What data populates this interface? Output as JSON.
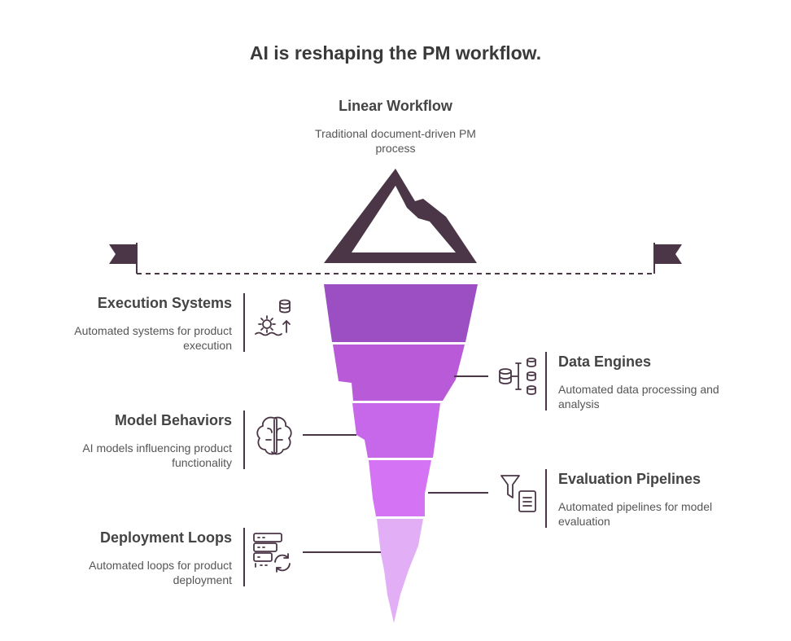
{
  "title": "AI is reshaping the PM workflow.",
  "top": {
    "heading": "Linear Workflow",
    "description": "Traditional document-driven PM process"
  },
  "layers": [
    {
      "id": "execution",
      "heading": "Execution Systems",
      "description": "Automated systems for product execution",
      "side": "left",
      "icon": "automation-gear-database-icon",
      "color": "#9b4fc3"
    },
    {
      "id": "data",
      "heading": "Data Engines",
      "description": "Automated data processing and analysis",
      "side": "right",
      "icon": "database-network-icon",
      "color": "#b95ad9"
    },
    {
      "id": "model",
      "heading": "Model Behaviors",
      "description": "AI models influencing product functionality",
      "side": "left",
      "icon": "brain-icon",
      "color": "#c767ea"
    },
    {
      "id": "evaluation",
      "heading": "Evaluation Pipelines",
      "description": "Automated pipelines for model evaluation",
      "side": "right",
      "icon": "filter-document-icon",
      "color": "#d474f5"
    },
    {
      "id": "deployment",
      "heading": "Deployment Loops",
      "description": "Automated loops for product deployment",
      "side": "left",
      "icon": "server-refresh-icon",
      "color": "#e2aef5"
    }
  ],
  "colors": {
    "mountain": "#4a3646",
    "flag": "#4a3646",
    "line": "#4a3646"
  }
}
